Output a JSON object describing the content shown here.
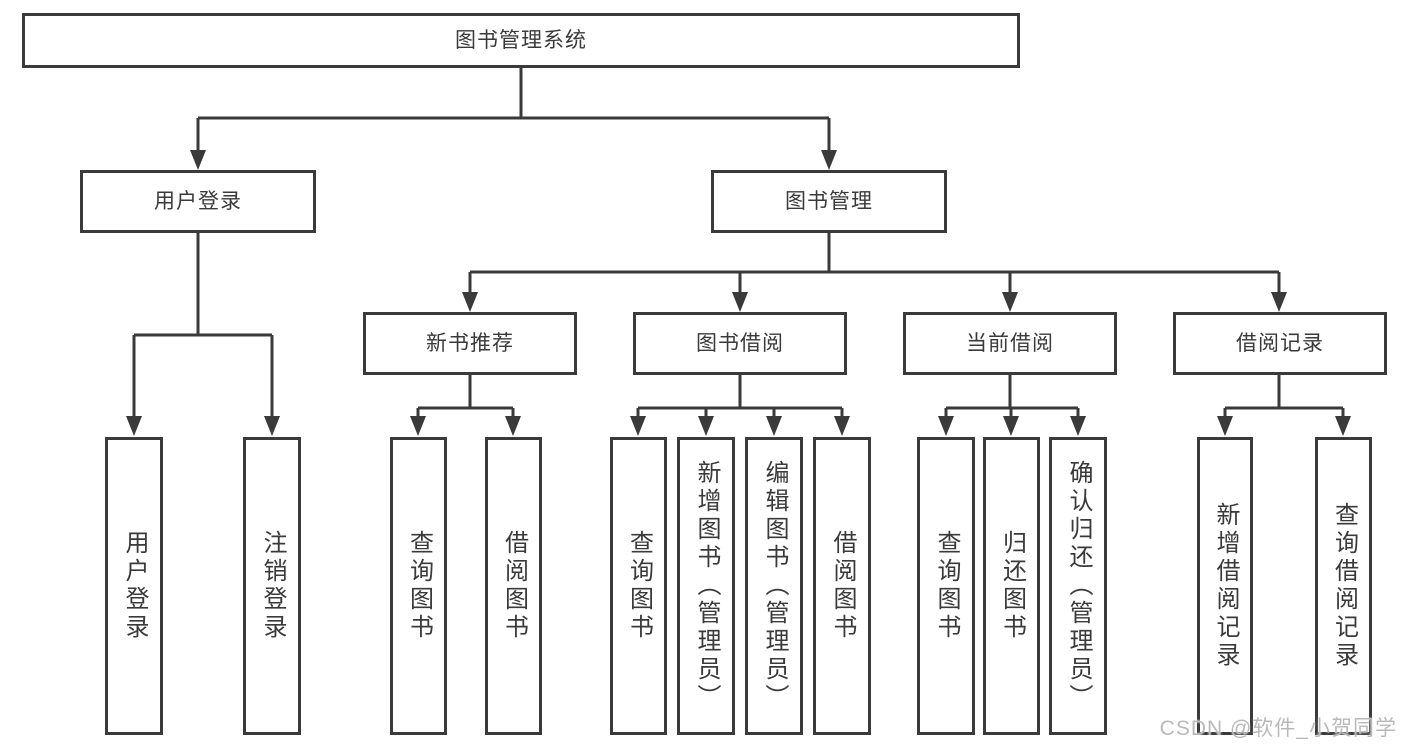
{
  "tree": {
    "label": "图书管理系统",
    "children": [
      {
        "label": "用户登录",
        "children": [
          {
            "label": "用户登录"
          },
          {
            "label": "注销登录"
          }
        ]
      },
      {
        "label": "图书管理",
        "children": [
          {
            "label": "新书推荐",
            "children": [
              {
                "label": "查询图书"
              },
              {
                "label": "借阅图书"
              }
            ]
          },
          {
            "label": "图书借阅",
            "children": [
              {
                "label": "查询图书"
              },
              {
                "label": "新增图书（管理员）"
              },
              {
                "label": "编辑图书（管理员）"
              },
              {
                "label": "借阅图书"
              }
            ]
          },
          {
            "label": "当前借阅",
            "children": [
              {
                "label": "查询图书"
              },
              {
                "label": "归还图书"
              },
              {
                "label": "确认归还（管理员）"
              }
            ]
          },
          {
            "label": "借阅记录",
            "children": [
              {
                "label": "新增借阅记录"
              },
              {
                "label": "查询借阅记录"
              }
            ]
          }
        ]
      }
    ]
  },
  "watermark": "CSDN @软件_小贺同学",
  "colors": {
    "line": "#3a3a3a",
    "text": "#3a3a3a",
    "box_background": "#ffffff",
    "watermark": "#b9b9b9",
    "page_background": "#ffffff"
  }
}
